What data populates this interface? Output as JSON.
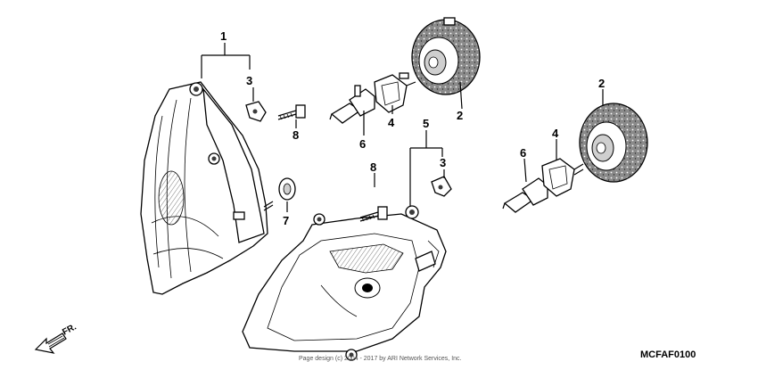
{
  "callouts": {
    "c1": "1",
    "c2a": "2",
    "c2b": "2",
    "c3a": "3",
    "c3b": "3",
    "c4a": "4",
    "c4b": "4",
    "c5": "5",
    "c6a": "6",
    "c6b": "6",
    "c7": "7",
    "c8a": "8",
    "c8b": "8"
  },
  "direction_label": "FR.",
  "diagram_code": "MCFAF0100",
  "copyright": "Page design (c) 2004 - 2017 by ARI Network Services, Inc."
}
